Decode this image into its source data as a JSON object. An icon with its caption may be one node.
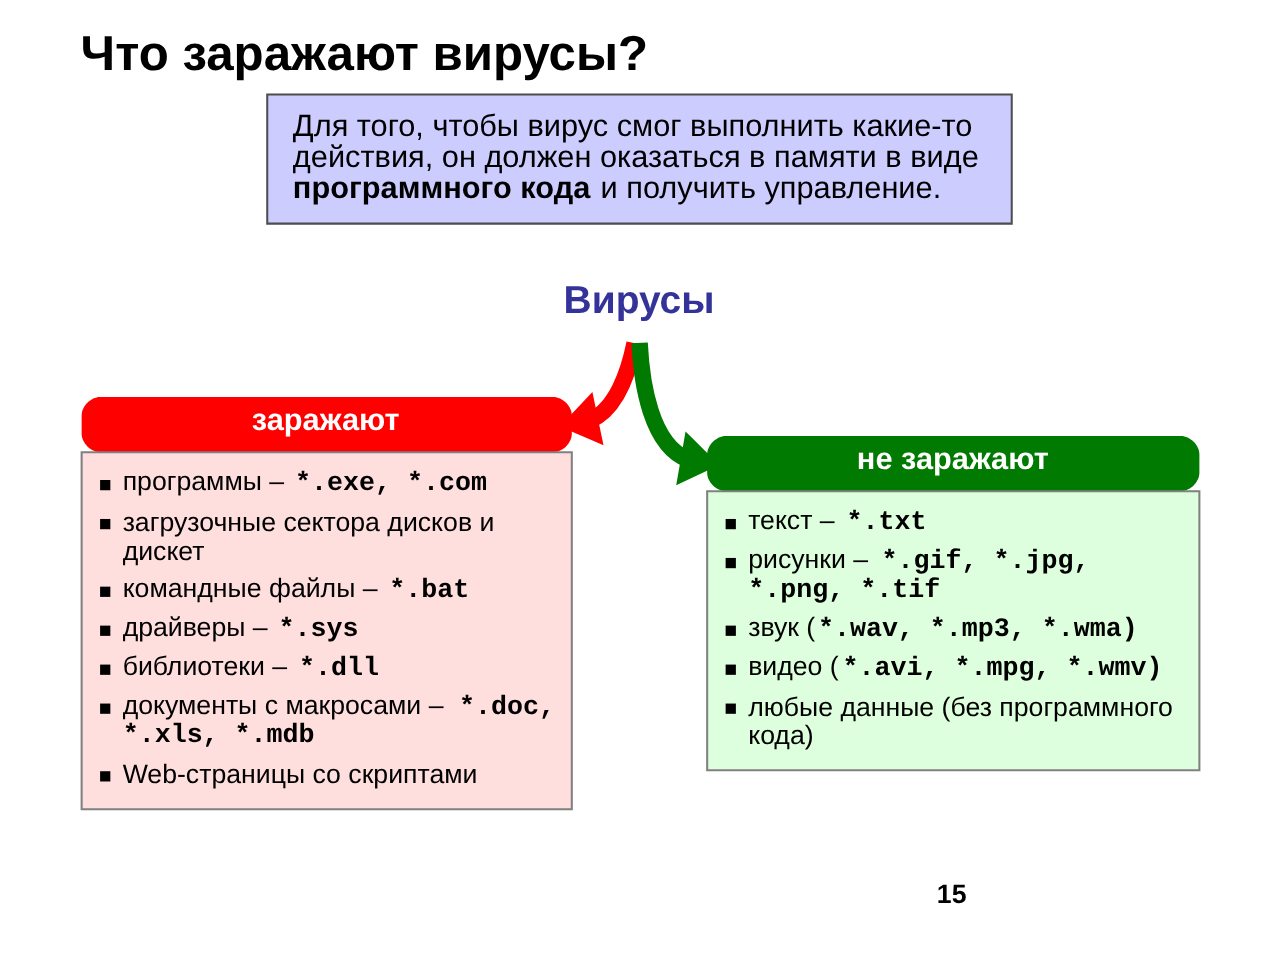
{
  "diagram": {
    "title": "Что заражают вирусы?",
    "nodes": [
      {
        "text": [
          "Для того, чтобы вирус смог выполнить какие-то действия, он должен оказаться в памяти в виде **программного кода** и получить управление."
        ]
      },
      {
        "text": [
          "Вирусы"
        ]
      },
      {
        "text": [
          "заражают",
          "программы – *.exe, *.com",
          "загрузочные сектора дисков и дискет",
          "командные файлы – *.bat",
          "драйверы – *.sys",
          "библиотеки – *.dll",
          "документы с макросами – *.doc, *.xls, *.mdb",
          "Web-страницы со скриптами"
        ]
      },
      {
        "text": [
          "не заражают",
          "текст – *.txt",
          "рисунки – *.gif, *.jpg, *.png, *.tif",
          "звук (*.wav, *.mp3, *.wma)",
          "видео (*.avi, *.mpg, *.wmv)",
          "любые данные (без программного кода)"
        ]
      }
    ],
    "edges": [
      {
        "from": 1,
        "to": 2,
        "arrow": "to",
        "color": "#ff0000"
      },
      {
        "from": 1,
        "to": 3,
        "arrow": "to",
        "color": "#007a00"
      }
    ],
    "labels": [
      "15"
    ]
  }
}
